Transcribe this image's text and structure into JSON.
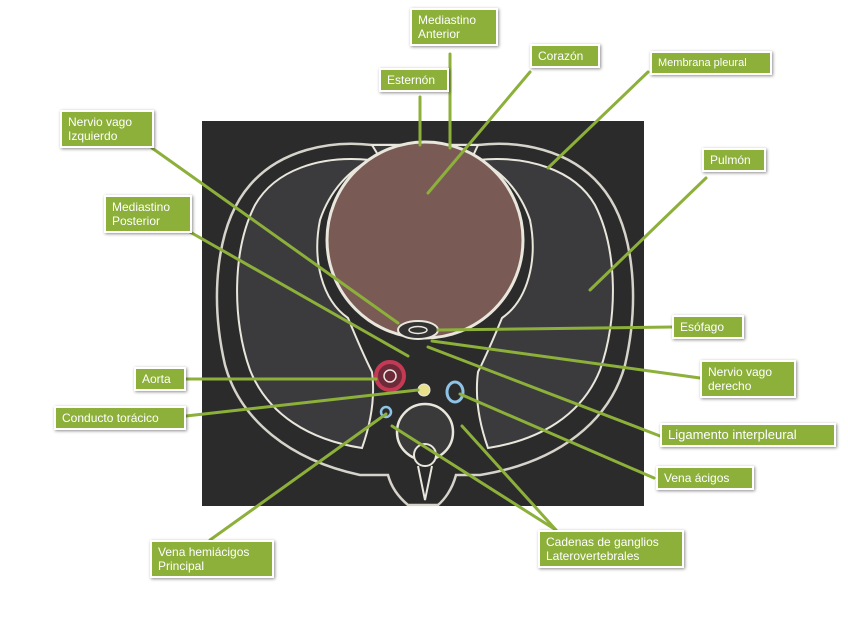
{
  "diagram": {
    "board_color": "#2b2b2c",
    "chalk_color": "#e9e6dc",
    "heart_fill": "#7a5a55",
    "aorta_color": "#c43a55",
    "vein_color": "#8fc3e6",
    "duct_color": "#e8e08a",
    "label_color": "#8cb03a",
    "leader_color": "#8cb03a"
  },
  "labels": {
    "mediastino_anterior": "Mediastino\nAnterior",
    "esternon": "Esternón",
    "corazon": "Corazón",
    "membrana_pleural": "Membrana pleural",
    "nervio_vago_izquierdo": "Nervio vago\nIzquierdo",
    "pulmon": "Pulmón",
    "mediastino_posterior": "Mediastino\nPosterior",
    "esofago": "Esófago",
    "nervio_vago_derecho": "Nervio vago\nderecho",
    "aorta": "Aorta",
    "ligamento_interpleural": "Ligamento interpleural",
    "conducto_toracico": "Conducto torácico",
    "vena_acigos": "Vena ácigos",
    "vena_hemiacigos": "Vena hemiácigos\nPrincipal",
    "cadenas_ganglios": "Cadenas de ganglios\nLaterovertebrales"
  }
}
